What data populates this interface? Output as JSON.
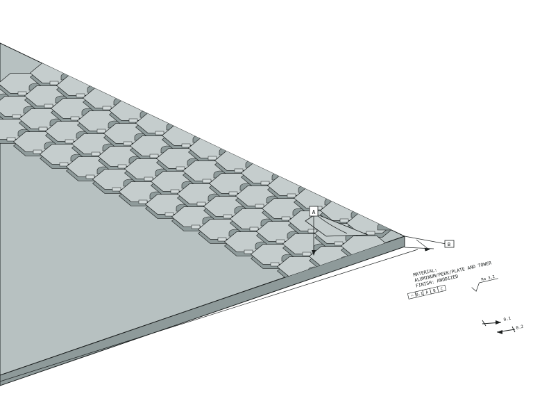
{
  "drawing": {
    "datum_labels": {
      "a": "A",
      "b": "B"
    },
    "notes": {
      "line1": "MATERIAL:",
      "line2": "ALUMINUM/PEEK/PLATE AND TOWER",
      "line3": "FINISH: ANODIZED",
      "frame_cells": [
        "⌒",
        "0.1",
        "A",
        "B",
        "C"
      ],
      "surface_value": "Ra 3.2",
      "tol_upper": "0.1",
      "tol_lower": "0.2"
    },
    "colors": {
      "plate_top": "#b7c1c1",
      "plate_front": "#8e9a9a",
      "pocket_floor": "#c5cdcd",
      "pocket_wall": "#8f9b9b",
      "edge": "#1a1e1e"
    }
  }
}
